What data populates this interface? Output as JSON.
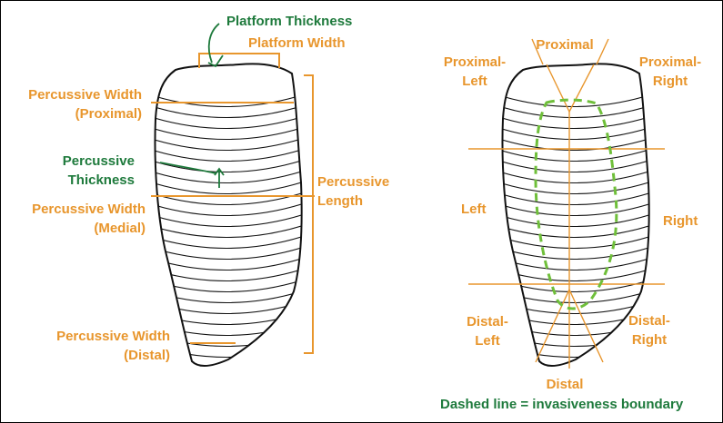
{
  "colors": {
    "orange": "#e8962d",
    "green": "#1e7a3c",
    "dashed_green": "#6fbf3a",
    "ink": "#111111",
    "border": "#000000"
  },
  "left_diagram": {
    "labels": {
      "platform_thickness": "Platform Thickness",
      "platform_width": "Platform Width",
      "percussive_width_proximal": [
        "Percussive Width",
        "(Proximal)"
      ],
      "percussive_thickness": [
        "Percussive",
        "Thickness"
      ],
      "percussive_width_medial": [
        "Percussive Width",
        "(Medial)"
      ],
      "percussive_length": [
        "Percussive",
        "Length"
      ],
      "percussive_width_distal": [
        "Percussive Width",
        "(Distal)"
      ]
    }
  },
  "right_diagram": {
    "labels": {
      "proximal": "Proximal",
      "proximal_left": [
        "Proximal-",
        "Left"
      ],
      "proximal_right": [
        "Proximal-",
        "Right"
      ],
      "left": "Left",
      "right": "Right",
      "distal_left": [
        "Distal-",
        "Left"
      ],
      "distal_right": [
        "Distal-",
        "Right"
      ],
      "distal": "Distal"
    },
    "caption": "Dashed line = invasiveness boundary"
  }
}
